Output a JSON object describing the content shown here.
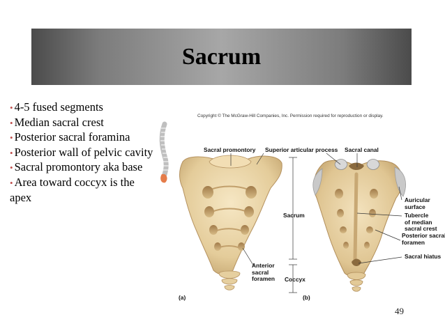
{
  "slide": {
    "title": "Sacrum",
    "page_number": "49",
    "bullets": [
      "4-5 fused segments",
      "Median sacral crest",
      "Posterior sacral foramina",
      "Posterior wall of pelvic cavity",
      "Sacral promontory aka base",
      "Area toward coccyx is the apex"
    ]
  },
  "figure": {
    "copyright": "Copyright © The McGraw-Hill Companies, Inc. Permission required for reproduction or display.",
    "labels": {
      "sacral_promontory": "Sacral promontory",
      "superior_articular_process": "Superior articular process",
      "sacral_canal": "Sacral canal",
      "auricular_surface_1": "Auricular",
      "auricular_surface_2": "surface",
      "tubercle_1": "Tubercle",
      "tubercle_2": "of median",
      "tubercle_3": "sacral crest",
      "posterior_foramen_1": "Posterior sacral",
      "posterior_foramen_2": "foramen",
      "sacral_hiatus": "Sacral hiatus",
      "sacrum": "Sacrum",
      "anterior_foramen_1": "Anterior",
      "anterior_foramen_2": "sacral",
      "anterior_foramen_3": "foramen",
      "coccyx": "Coccyx",
      "view_a": "(a)",
      "view_b": "(b)"
    }
  }
}
